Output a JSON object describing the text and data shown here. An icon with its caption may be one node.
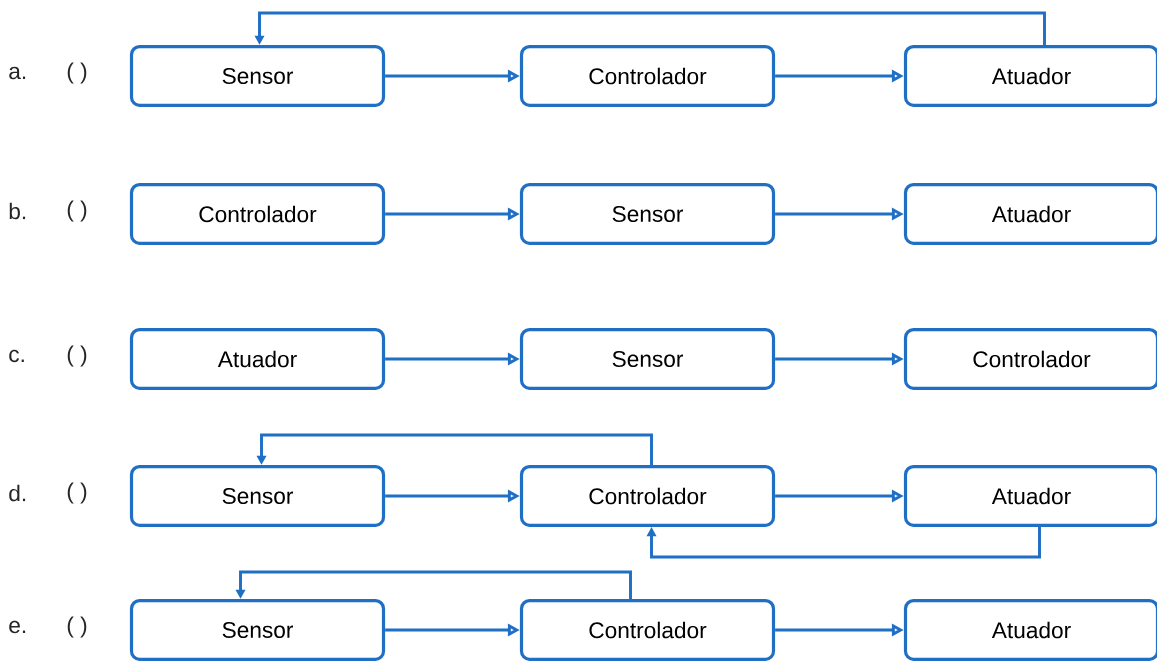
{
  "diagram": {
    "nodes": [
      {
        "text": [
          "Sensor"
        ]
      },
      {
        "text": [
          "Controlador"
        ]
      },
      {
        "text": [
          "Atuador"
        ]
      },
      {
        "text": [
          "Controlador"
        ]
      },
      {
        "text": [
          "Sensor"
        ]
      },
      {
        "text": [
          "Atuador"
        ]
      },
      {
        "text": [
          "Atuador"
        ]
      },
      {
        "text": [
          "Sensor"
        ]
      },
      {
        "text": [
          "Controlador"
        ]
      },
      {
        "text": [
          "Sensor"
        ]
      },
      {
        "text": [
          "Controlador"
        ]
      },
      {
        "text": [
          "Atuador"
        ]
      },
      {
        "text": [
          "Sensor"
        ]
      },
      {
        "text": [
          "Controlador"
        ]
      },
      {
        "text": [
          "Atuador"
        ]
      }
    ],
    "edges": [
      {
        "from": 0,
        "to": 1,
        "arrow": "to"
      },
      {
        "from": 1,
        "to": 2,
        "arrow": "to"
      },
      {
        "from": 2,
        "to": 0,
        "arrow": "to"
      },
      {
        "from": 3,
        "to": 4,
        "arrow": "to"
      },
      {
        "from": 4,
        "to": 5,
        "arrow": "to"
      },
      {
        "from": 6,
        "to": 7,
        "arrow": "to"
      },
      {
        "from": 7,
        "to": 8,
        "arrow": "to"
      },
      {
        "from": 9,
        "to": 10,
        "arrow": "to"
      },
      {
        "from": 10,
        "to": 11,
        "arrow": "to"
      },
      {
        "from": 10,
        "to": 9,
        "arrow": "to"
      },
      {
        "from": 11,
        "to": 10,
        "arrow": "to"
      },
      {
        "from": 12,
        "to": 13,
        "arrow": "to"
      },
      {
        "from": 13,
        "to": 14,
        "arrow": "to"
      },
      {
        "from": 13,
        "to": 12,
        "arrow": "to"
      }
    ],
    "labels": [
      "a.",
      "( )",
      "b.",
      "( )",
      "c.",
      "( )",
      "d.",
      "( )",
      "e.",
      "( )"
    ]
  }
}
